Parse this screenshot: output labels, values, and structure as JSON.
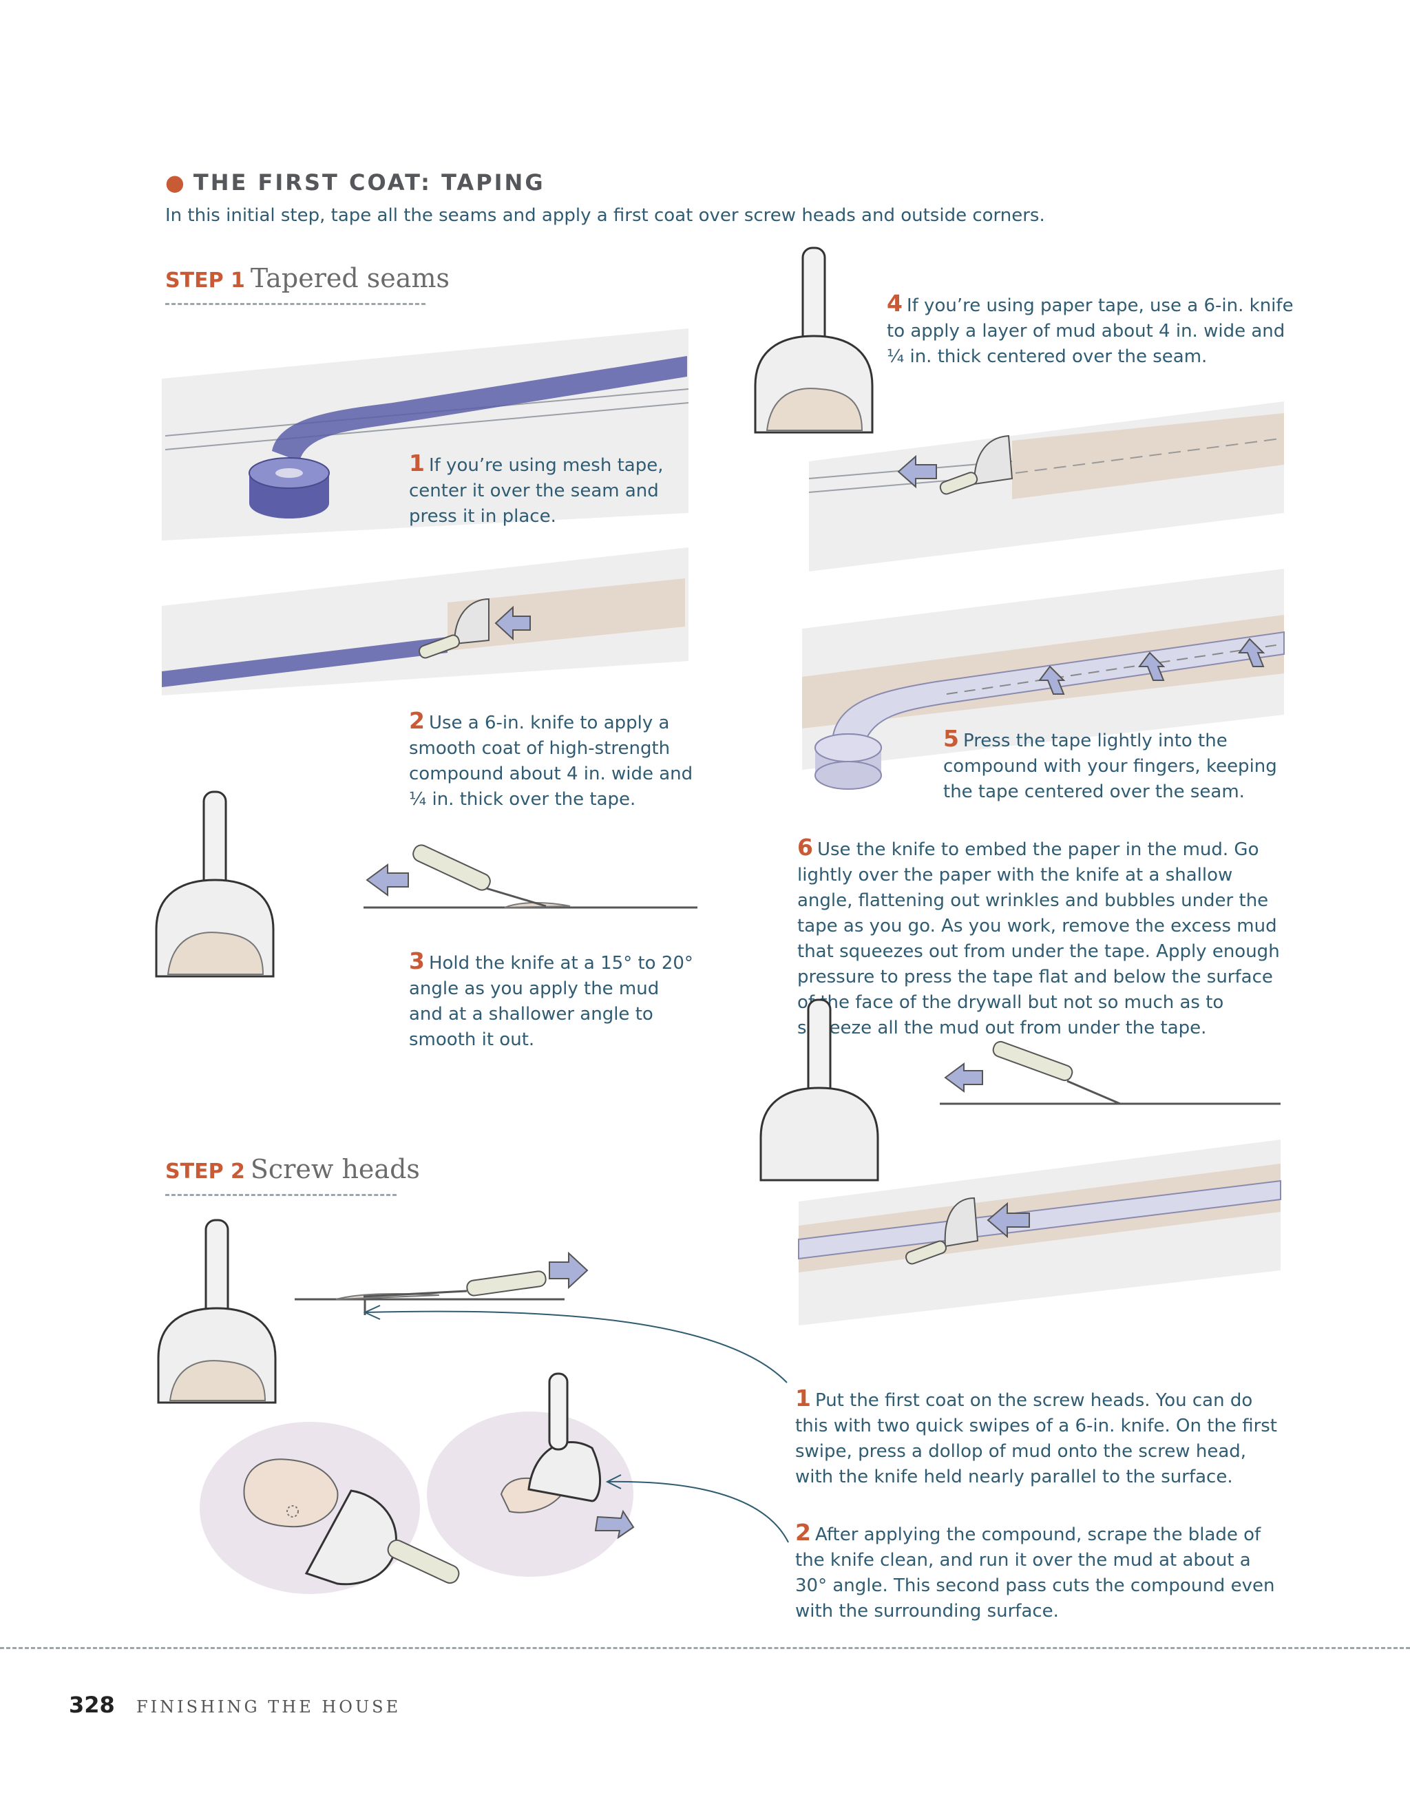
{
  "section": {
    "title": "THE FIRST COAT: TAPING",
    "intro": "In this initial step, tape all the seams and apply a first coat over screw heads and outside corners."
  },
  "step1": {
    "label": "STEP 1",
    "title": "Tapered seams",
    "captions": [
      {
        "num": "1",
        "text": "If you’re using mesh tape, center it over the seam and press it in place."
      },
      {
        "num": "2",
        "text": "Use a 6-in. knife to apply a smooth coat of high-strength compound about 4 in. wide and ¼ in. thick over the tape."
      },
      {
        "num": "3",
        "text": "Hold the knife at a 15° to 20° angle as you apply the mud and at a shallower angle to smooth it out."
      },
      {
        "num": "4",
        "text": "If you’re using paper tape, use a 6-in. knife to apply a layer of mud about 4 in. wide and ¼ in. thick centered over the seam."
      },
      {
        "num": "5",
        "text": "Press the tape lightly into the compound with your fingers, keeping the tape centered over the seam."
      },
      {
        "num": "6",
        "text": "Use the knife to embed the paper in the mud. Go lightly over the paper with the knife at a shallow angle, flattening out wrinkles and bubbles under the tape as you go. As you work, remove the excess mud that squeezes out from under the tape. Apply enough pressure to press the tape flat and below the surface of the face of the drywall but not so much as to squeeze all the mud out from under the tape."
      }
    ]
  },
  "step2": {
    "label": "STEP 2",
    "title": "Screw heads",
    "captions": [
      {
        "num": "1",
        "text": "Put the first coat on the screw heads. You can do this with two quick swipes of a 6-in. knife. On the first swipe, press a dollop of mud onto the screw head, with the knife held nearly parallel to the surface."
      },
      {
        "num": "2",
        "text": "After applying the compound, scrape the blade of the knife clean, and run it over the mud at about a 30° angle. This second pass cuts the compound even with the surrounding surface."
      }
    ]
  },
  "footer": {
    "page_number": "328",
    "running_title": "FINISHING THE HOUSE"
  },
  "colors": {
    "accent": "#c85a35",
    "caption_text": "#2f5c72",
    "mesh_tape": "#5c5fa8",
    "paper_tape": "#d9d9ec",
    "drywall": "#ebebeb",
    "mud": "#e4d8cc",
    "arrow": "#a9b1d8"
  }
}
